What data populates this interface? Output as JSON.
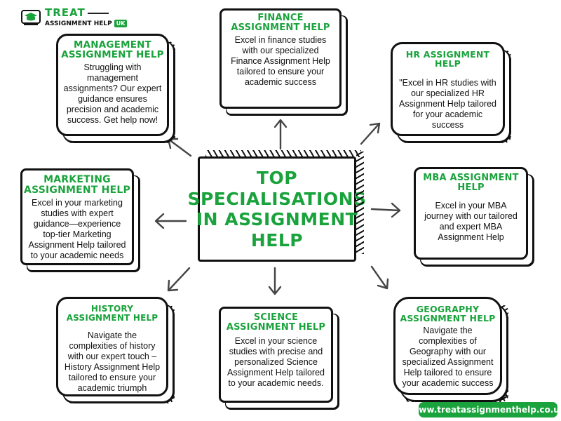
{
  "logo": {
    "brand": "TREAT",
    "subtitle": "ASSIGNMENT HELP",
    "badge": "UK",
    "icon": "graduation-cap-icon"
  },
  "center": {
    "lines": [
      "TOP",
      "SPECIALISATIONS",
      "IN ASSIGNMENT",
      "HELP"
    ]
  },
  "cards": {
    "finance": {
      "title": "FINANCE ASSIGNMENT HELP",
      "body": "Excel in finance studies with our specialized Finance Assignment Help tailored to ensure your academic success"
    },
    "management": {
      "title": "MANAGEMENT ASSIGNMENT HELP",
      "body": "Struggling with management assignments? Our expert guidance ensures precision and academic success. Get help now!"
    },
    "hr": {
      "title": "HR ASSIGNMENT HELP",
      "body": "\"Excel in HR studies with our specialized HR Assignment Help tailored for your academic success"
    },
    "marketing": {
      "title": "MARKETING ASSIGNMENT HELP",
      "body": "Excel in your marketing studies with expert guidance—experience top-tier Marketing Assignment Help tailored to your academic needs"
    },
    "mba": {
      "title": "MBA ASSIGNMENT HELP",
      "body": "Excel in your MBA journey with our tailored and expert MBA Assignment Help"
    },
    "history": {
      "title": "HISTORY ASSIGNMENT HELP",
      "body": "Navigate the complexities of history with our expert touch – History Assignment Help tailored to ensure your academic triumph"
    },
    "science": {
      "title": "SCIENCE ASSIGNMENT HELP",
      "body": "Excel in your science studies with precise and personalized Science Assignment Help tailored to your academic needs."
    },
    "geography": {
      "title": "GEOGRAPHY ASSIGNMENT HELP",
      "body": "Navigate the complexities of Geography with our specialized Assignment Help tailored to ensure your academic success"
    }
  },
  "website": "www.treatassignmenthelp.co.uk",
  "colors": {
    "accent": "#1aa33c",
    "ink": "#111111"
  }
}
